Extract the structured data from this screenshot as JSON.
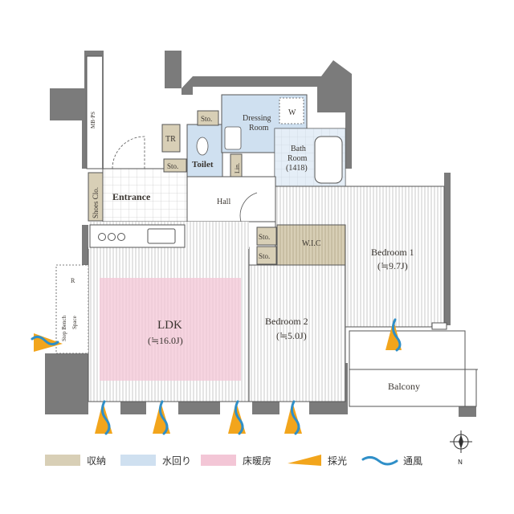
{
  "rooms": {
    "mbps": "MB·PS",
    "tr": "TR",
    "sto_toilet": "Sto.",
    "sto_entrance": "Sto.",
    "toilet": "Toilet",
    "lin": "Lin.",
    "dressing_line1": "Dressing",
    "dressing_line2": "Room",
    "w": "W",
    "bath_line1": "Bath",
    "bath_line2": "Room",
    "bath_line3": "(1418)",
    "shoes": "Shoes Clo.",
    "entrance": "Entrance",
    "hall": "Hall",
    "sto_wic_top": "Sto.",
    "sto_wic_bottom": "Sto.",
    "wic": "W.I.C",
    "bedroom1": "Bedroom 1",
    "bedroom1_size": "(≒9.7J)",
    "r": "R",
    "step_bench": "Step Bench",
    "space": "Space",
    "ldk": "LDK",
    "ldk_size": "(≒16.0J)",
    "bedroom2": "Bedroom 2",
    "bedroom2_size": "(≒5.0J)",
    "balcony": "Balcony",
    "compass_n": "N"
  },
  "legend": {
    "storage": "収納",
    "water": "水回り",
    "floor_heating": "床暖房",
    "light": "採光",
    "ventilation": "通風"
  },
  "colors": {
    "wall": "#7b7b7b",
    "storage": "#d8cfb6",
    "water": "#cfe0f0",
    "floor_heating": "#f3c6d6",
    "light": "#f2a51c",
    "ventilation": "#2f8fc8",
    "flooring_line": "#c9c9c9"
  }
}
